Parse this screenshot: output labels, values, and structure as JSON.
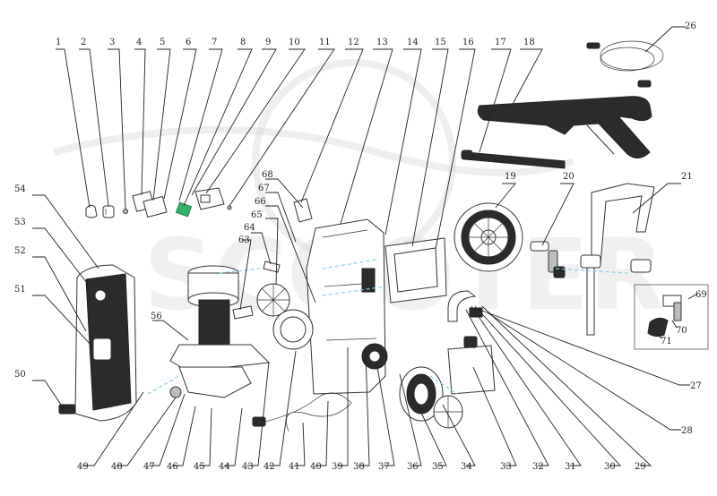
{
  "diagram": {
    "labels_top": [
      "1",
      "2",
      "3",
      "4",
      "5",
      "6",
      "7",
      "8",
      "9",
      "10",
      "11",
      "12",
      "13",
      "14",
      "15",
      "16",
      "17",
      "18"
    ],
    "label_26": "26",
    "labels_right": [
      "19",
      "20",
      "21",
      "69",
      "70",
      "71",
      "27",
      "28"
    ],
    "labels_left": [
      "54",
      "53",
      "52",
      "51",
      "50"
    ],
    "labels_mid": [
      "68",
      "67",
      "66",
      "65",
      "64",
      "63",
      "56"
    ],
    "labels_bottom": [
      "49",
      "48",
      "47",
      "46",
      "45",
      "44",
      "43",
      "42",
      "41",
      "40",
      "39",
      "38",
      "37",
      "36",
      "35",
      "34",
      "33",
      "32",
      "31",
      "30",
      "29"
    ]
  }
}
